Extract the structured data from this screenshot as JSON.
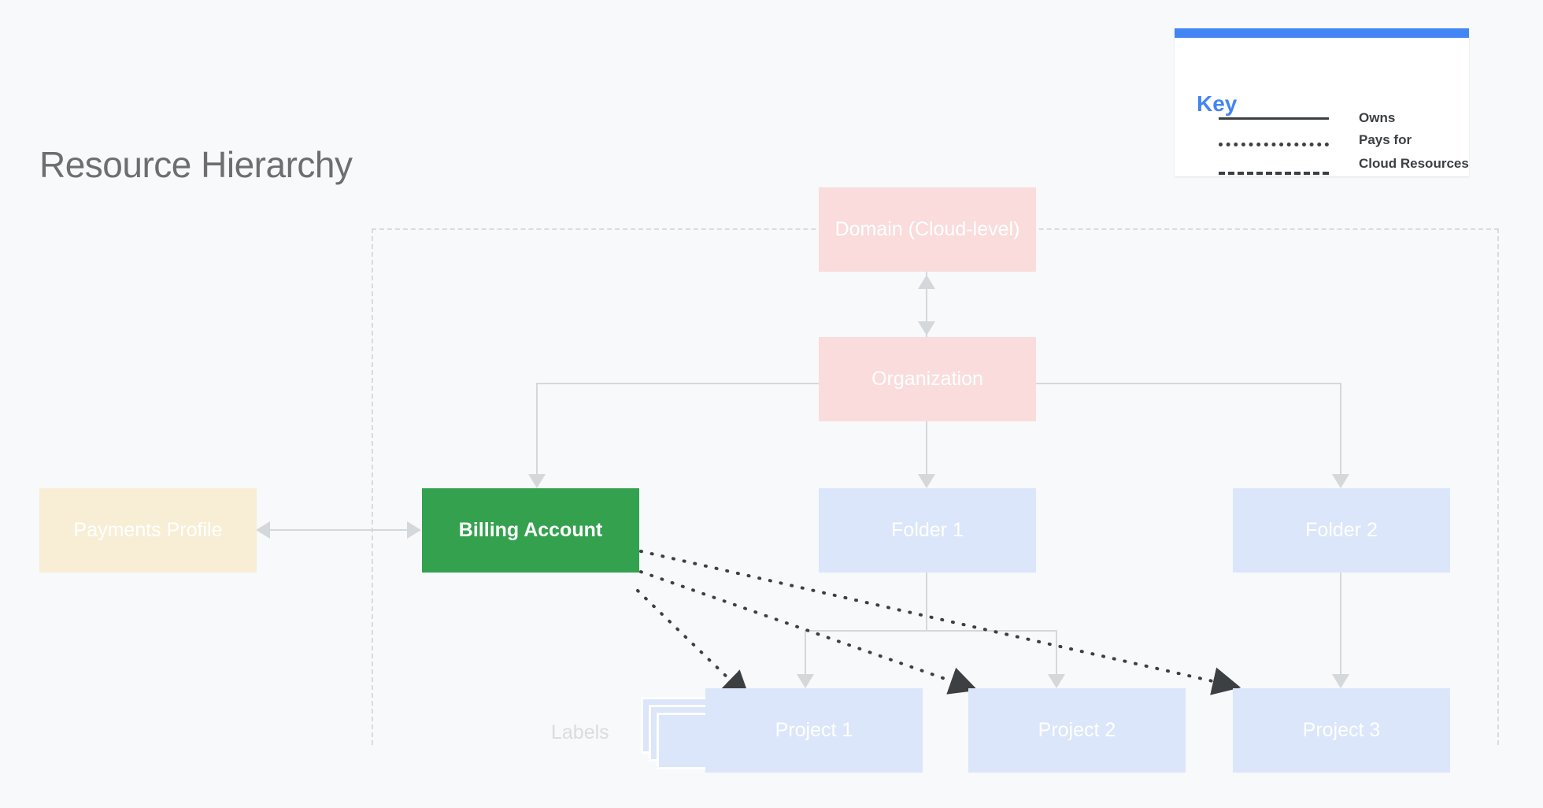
{
  "page": {
    "title": "Resource Hierarchy",
    "background_color": "#f7f9fa"
  },
  "key": {
    "title": "Key",
    "accent_color": "#4285f4",
    "entries": [
      {
        "style": "solid",
        "label": "Owns"
      },
      {
        "style": "dotted",
        "label": "Pays for"
      },
      {
        "style": "dashed",
        "label": "Cloud Resources"
      }
    ]
  },
  "nodes": {
    "domain": {
      "label": "Domain (Cloud-level)",
      "color": "#fadcdc"
    },
    "organization": {
      "label": "Organization",
      "color": "#fadcdc"
    },
    "payments_profile": {
      "label": "Payments Profile",
      "color": "#f8eed6"
    },
    "billing_account": {
      "label": "Billing Account",
      "color": "#34a14f"
    },
    "folder_1": {
      "label": "Folder 1",
      "color": "#dbe6fa"
    },
    "folder_2": {
      "label": "Folder 2",
      "color": "#dbe6fa"
    },
    "project_1": {
      "label": "Project 1",
      "color": "#dbe6fa"
    },
    "project_2": {
      "label": "Project 2",
      "color": "#dbe6fa"
    },
    "project_3": {
      "label": "Project 3",
      "color": "#dbe6fa"
    },
    "labels": {
      "label": "Labels",
      "color": "#dbe6fa"
    }
  },
  "connectors": {
    "owns_color": "#d5d8da",
    "pays_for_color": "#3c4043",
    "cloud_boundary_color": "#d8dcdf"
  }
}
